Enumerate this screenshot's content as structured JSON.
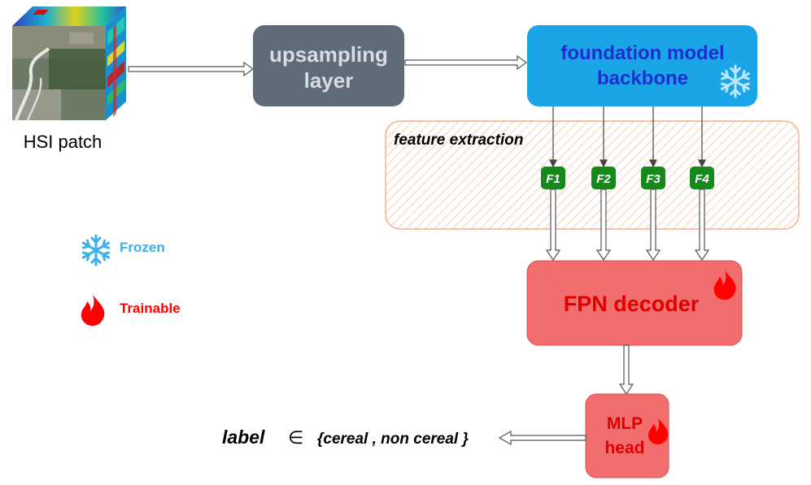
{
  "hsi": {
    "label": "HSI patch"
  },
  "upsampling": {
    "line1": "upsampling",
    "line2": "layer"
  },
  "backbone": {
    "line1": "foundation model",
    "line2": "backbone"
  },
  "feature_extraction": {
    "label": "feature extraction",
    "features": [
      "F1",
      "F2",
      "F3",
      "F4"
    ]
  },
  "decoder": {
    "label": "FPN decoder"
  },
  "head": {
    "line1": "MLP",
    "line2": "head"
  },
  "output": {
    "label": "label",
    "symbol": "∈",
    "set": "{cereal , non cereal }"
  },
  "legend": {
    "frozen": "Frozen",
    "trainable": "Trainable"
  },
  "icons": {
    "frozen": "snowflake-icon",
    "trainable": "flame-icon"
  },
  "colors": {
    "upsampling_fill": "#5f6b79",
    "upsampling_text": "#d9dde3",
    "backbone_fill": "#1aa5e6",
    "backbone_text": "#1b2fd1",
    "decoder_fill": "#f26d6d",
    "decoder_text": "#e00000",
    "hatch": "#f4b89a",
    "feature_fill": "#16891c",
    "frozen": "#3ab0e8",
    "trainable": "#ff0000"
  }
}
